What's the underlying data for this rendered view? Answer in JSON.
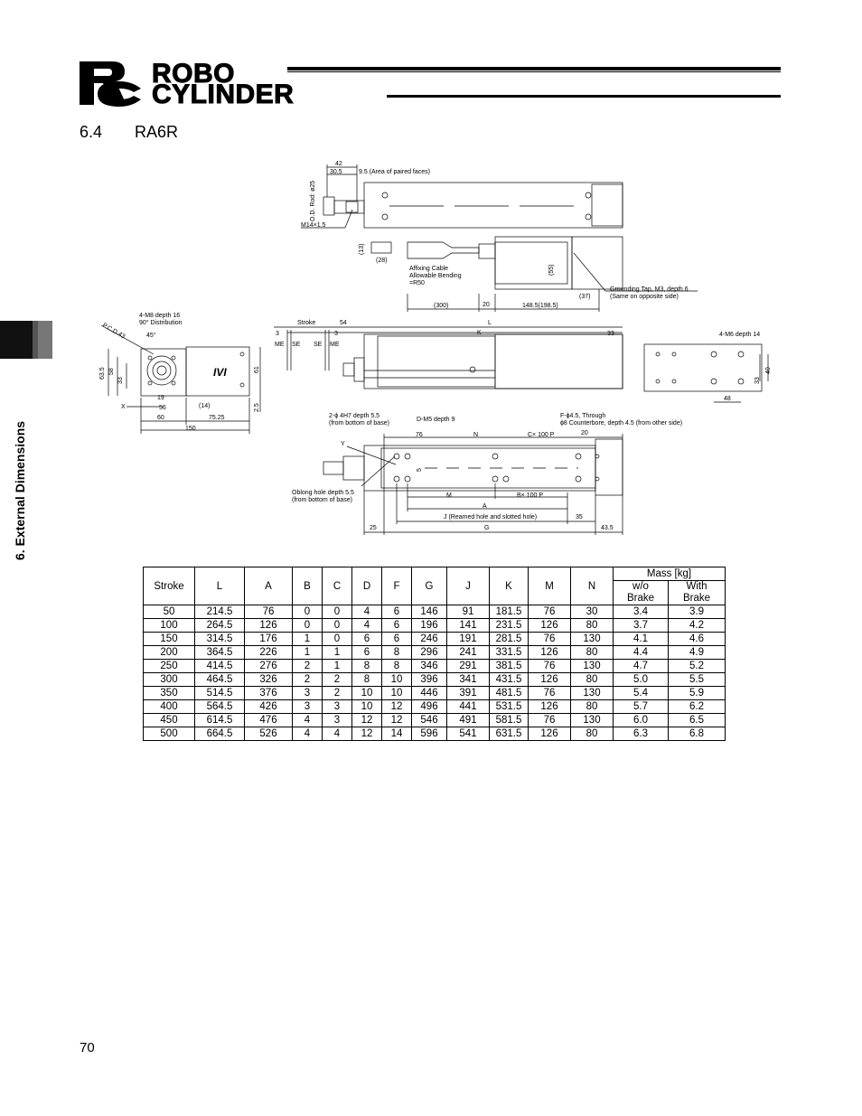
{
  "header": {
    "brand_line1": "ROBO",
    "brand_line2": "CYLINDER",
    "logo_letters": "RC"
  },
  "section": {
    "number": "6.4",
    "title": "RA6R"
  },
  "side_tab": {
    "label": "6. External Dimensions"
  },
  "drawing": {
    "labels": {
      "d42": "42",
      "d30_5": "30.5",
      "paired_faces": "9.5 (Area of paired faces)",
      "rod_od": "O.D. Rod: ø25",
      "m14": "M14×1.5",
      "d13": "(13)",
      "d28": "(28)",
      "affixing": [
        "Affixing Cable",
        "Allowable Bending",
        "=R50"
      ],
      "d55": "(55)",
      "grounding": [
        "Grounding Tap, M3, depth 6",
        "(Same on opposite side)"
      ],
      "d37": "(37)",
      "d300": "(300)",
      "d20": "20",
      "d148": "148.5(198.5)",
      "m8": [
        "4-M8 depth 16",
        "90° Distribution"
      ],
      "pcd": "P.C.D.43",
      "deg45": "45°",
      "d63_5": "63.5",
      "d58": "58",
      "d33": "33",
      "d19": "19",
      "d56": "56",
      "d14": "(14)",
      "d60": "60",
      "d75": "75.25",
      "d150": "150",
      "d61": "61",
      "d2_5": "2.5",
      "x_label": "X",
      "logo_mark": "IVI",
      "stroke": "Stroke",
      "d54": "54",
      "d3a": "3",
      "d3b": "3",
      "me1": "ME",
      "se1": "SE",
      "se2": "SE",
      "me2": "ME",
      "L": "L",
      "K": "K",
      "d33b": "33",
      "m6": "4-M6 depth 14",
      "d40": "40",
      "d33c": "33",
      "d48": "48",
      "h7": [
        "2-ϕ 4H7 depth 5.5",
        "(from bottom of base)"
      ],
      "m5": "D-M5 depth 9",
      "fphi": [
        "F-ϕ4.5, Through",
        "ϕ8 Counterbore, depth 4.5 (from other side)"
      ],
      "d76": "76",
      "N": "N",
      "c100": "C× 100  P",
      "d20b": "20",
      "y_label": "Y",
      "d5": "5",
      "oblong": [
        "Oblong hole depth 5.5",
        "(from bottom of base)"
      ],
      "M": "M",
      "b100": "B× 100  P",
      "A": "A",
      "J": "J (Reamed hole and slotted hole)",
      "d35": "35",
      "d25": "25",
      "G": "G",
      "d43_5": "43.5"
    }
  },
  "table": {
    "headers": [
      "Stroke",
      "L",
      "A",
      "B",
      "C",
      "D",
      "F",
      "G",
      "J",
      "K",
      "M",
      "N"
    ],
    "mass_header": "Mass [kg]",
    "mass_sub": [
      "w/o\nBrake",
      "With\nBrake"
    ],
    "rows": [
      [
        "50",
        "214.5",
        "76",
        "0",
        "0",
        "4",
        "6",
        "146",
        "91",
        "181.5",
        "76",
        "30",
        "3.4",
        "3.9"
      ],
      [
        "100",
        "264.5",
        "126",
        "0",
        "0",
        "4",
        "6",
        "196",
        "141",
        "231.5",
        "126",
        "80",
        "3.7",
        "4.2"
      ],
      [
        "150",
        "314.5",
        "176",
        "1",
        "0",
        "6",
        "6",
        "246",
        "191",
        "281.5",
        "76",
        "130",
        "4.1",
        "4.6"
      ],
      [
        "200",
        "364.5",
        "226",
        "1",
        "1",
        "6",
        "8",
        "296",
        "241",
        "331.5",
        "126",
        "80",
        "4.4",
        "4.9"
      ],
      [
        "250",
        "414.5",
        "276",
        "2",
        "1",
        "8",
        "8",
        "346",
        "291",
        "381.5",
        "76",
        "130",
        "4.7",
        "5.2"
      ],
      [
        "300",
        "464.5",
        "326",
        "2",
        "2",
        "8",
        "10",
        "396",
        "341",
        "431.5",
        "126",
        "80",
        "5.0",
        "5.5"
      ],
      [
        "350",
        "514.5",
        "376",
        "3",
        "2",
        "10",
        "10",
        "446",
        "391",
        "481.5",
        "76",
        "130",
        "5.4",
        "5.9"
      ],
      [
        "400",
        "564.5",
        "426",
        "3",
        "3",
        "10",
        "12",
        "496",
        "441",
        "531.5",
        "126",
        "80",
        "5.7",
        "6.2"
      ],
      [
        "450",
        "614.5",
        "476",
        "4",
        "3",
        "12",
        "12",
        "546",
        "491",
        "581.5",
        "76",
        "130",
        "6.0",
        "6.5"
      ],
      [
        "500",
        "664.5",
        "526",
        "4",
        "4",
        "12",
        "14",
        "596",
        "541",
        "631.5",
        "126",
        "80",
        "6.3",
        "6.8"
      ]
    ]
  },
  "footer": {
    "page_number": "70"
  }
}
